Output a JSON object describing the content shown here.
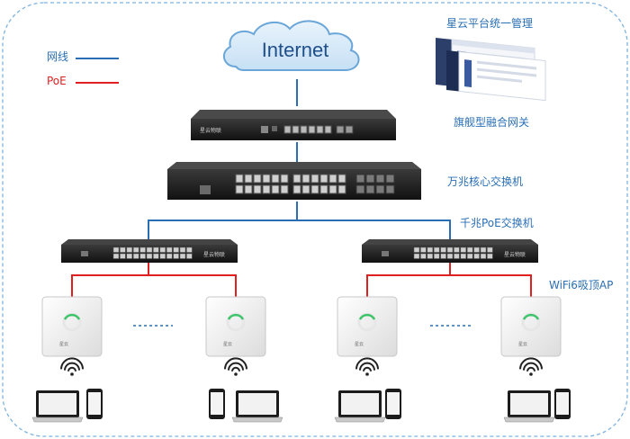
{
  "internet": "Internet",
  "legend": {
    "network": "网线",
    "poe": "PoE"
  },
  "labels": {
    "cloud_mgmt": "星云平台统一管理",
    "gateway": "旗舰型融合网关",
    "core_switch": "万兆核心交换机",
    "poe_switch": "千兆PoE交换机",
    "ap": "WiFi6吸顶AP"
  },
  "device_text": {
    "gateway_brand": "星云物联",
    "poe_brand": "星云物联",
    "ap_brand": "星云"
  },
  "colors": {
    "network_line": "#2a6fb5",
    "poe_line": "#e02020",
    "border": "#7fb3e0",
    "label": "#2a6fb5"
  }
}
